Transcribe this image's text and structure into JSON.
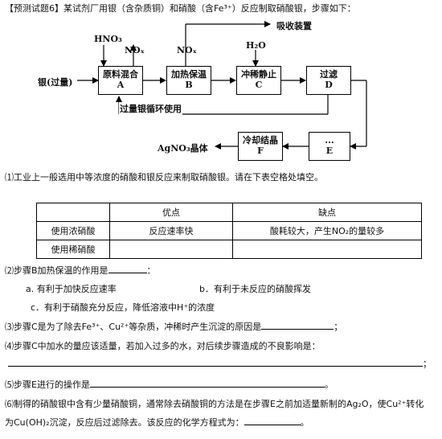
{
  "title": {
    "tag": "【预测试题6】",
    "text": "某试剂厂用银（含杂质铜）和硝酸（含Fe³⁺）反应制取硝酸银，步骤如下："
  },
  "flow": {
    "absorb": "吸收装置",
    "hno3": "HNO₃",
    "nox_a": "NOₓ",
    "nox_b": "NOₓ",
    "h2o": "H₂O",
    "silver_in": "银(过量)",
    "recycle": "过量银循环使用",
    "product": "AgNO₃晶体",
    "steps": [
      {
        "name": "原料混合",
        "letter": "A"
      },
      {
        "name": "加热保温",
        "letter": "B"
      },
      {
        "name": "冲稀静止",
        "letter": "C"
      },
      {
        "name": "过滤",
        "letter": "D"
      },
      {
        "name": "...",
        "letter": "E"
      },
      {
        "name": "冷却结晶",
        "letter": "F"
      }
    ]
  },
  "q1": {
    "prompt": "⑴工业上一般选用中等浓度的硝酸和银反应来制取硝酸银。请在下表空格处填空。",
    "table": {
      "headers": [
        "",
        "优点",
        "缺点"
      ],
      "rows": [
        [
          "使用浓硝酸",
          "反应速率快",
          "酸耗较大，产生NO₂的量较多"
        ],
        [
          "使用稀硝酸",
          "",
          ""
        ]
      ]
    }
  },
  "q2": {
    "prompt_a": "⑵步骤B加热保温的作用是",
    "prompt_b": "：",
    "opt_a": "a.  有利于加快反应速率",
    "opt_b": "b．有利于未反应的硝酸挥发",
    "opt_c": "c．有利于硝酸充分反应，降低溶液中H⁺的浓度"
  },
  "q3": {
    "a": "⑶步骤C是为了除去Fe³⁺、Cu²⁺等杂质，冲稀时产生沉淀的原因是",
    "b": "；"
  },
  "q4": {
    "a": "⑷步骤C中加水的量应该适量，若加入过多的水，对后续步骤造成的不良影响是：",
    "b": "；"
  },
  "q5": {
    "a": "⑸步骤E进行的操作是",
    "b": "。"
  },
  "q6": {
    "line1": "⑹制得的硝酸银中含有少量硝酸铜，通常除去硝酸铜的方法是在步骤E之前加适量新制的Ag₂O，使Cu²⁺转化",
    "line2a": "为Cu(OH)₂沉淀，反应后过滤除去。该反应的化学方程式为：",
    "line2b": "。"
  }
}
